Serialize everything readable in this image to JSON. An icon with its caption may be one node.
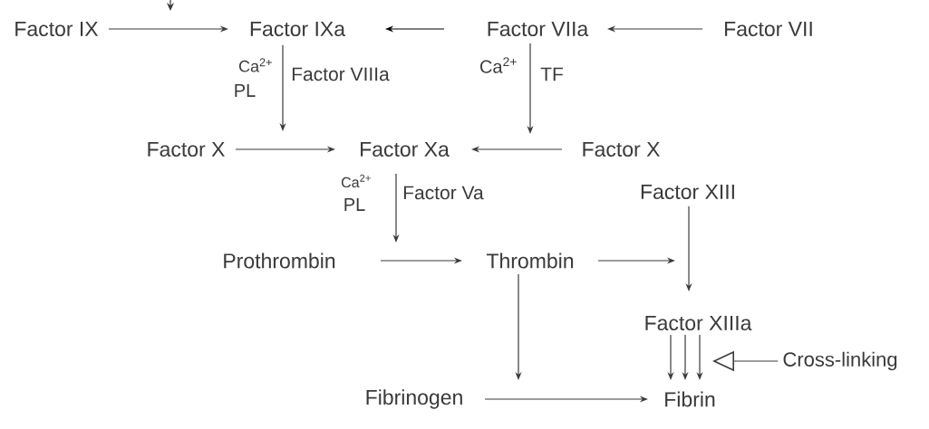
{
  "diagram": {
    "nodes": [
      {
        "text": [
          "Factor IX"
        ]
      },
      {
        "text": [
          "Factor IXa"
        ]
      },
      {
        "text": [
          "Factor VIIa"
        ]
      },
      {
        "text": [
          "Factor VII"
        ]
      },
      {
        "text": [
          "Factor X"
        ]
      },
      {
        "text": [
          "Factor Xa"
        ]
      },
      {
        "text": [
          "Factor X"
        ]
      },
      {
        "text": [
          "Factor XIII"
        ]
      },
      {
        "text": [
          "Prothrombin"
        ]
      },
      {
        "text": [
          "Thrombin"
        ]
      },
      {
        "text": [
          "Factor XIIIa"
        ]
      },
      {
        "text": [
          "Fibrin"
        ]
      },
      {
        "text": [
          "Fibrinogen"
        ]
      },
      {
        "text": [
          "Cross-linking"
        ]
      }
    ],
    "edges": [
      {
        "from": 0,
        "to": 1,
        "arrow": "to"
      },
      {
        "from": 2,
        "to": 1,
        "arrow": "to",
        "color": "#000000"
      },
      {
        "from": 3,
        "to": 2,
        "arrow": "to"
      },
      {
        "from": 1,
        "to": null,
        "arrow": "to",
        "label": "Factor VIIIa"
      },
      {
        "from": 2,
        "to": null,
        "arrow": "to",
        "label": "TF"
      },
      {
        "from": 4,
        "to": 5,
        "arrow": "to"
      },
      {
        "from": 6,
        "to": 5,
        "arrow": "to"
      },
      {
        "from": 5,
        "to": null,
        "arrow": "to",
        "label": "Factor Va"
      },
      {
        "from": 8,
        "to": 9,
        "arrow": "to"
      },
      {
        "from": 9,
        "to": 10,
        "arrow": "to"
      },
      {
        "from": 7,
        "to": 10,
        "arrow": "to"
      },
      {
        "from": 9,
        "to": null,
        "arrow": "to"
      },
      {
        "from": 12,
        "to": 11,
        "arrow": "to"
      },
      {
        "from": 10,
        "to": 11,
        "arrow": "to"
      },
      {
        "from": 10,
        "to": 11,
        "arrow": "to"
      },
      {
        "from": 10,
        "to": 11,
        "arrow": "to"
      },
      {
        "from": 13,
        "to": null,
        "arrow": "to"
      }
    ],
    "labels": [
      "Ca$^{2+}$",
      "PL",
      "Ca$^{2+}$",
      "Ca$^{2+}$",
      "PL"
    ]
  }
}
